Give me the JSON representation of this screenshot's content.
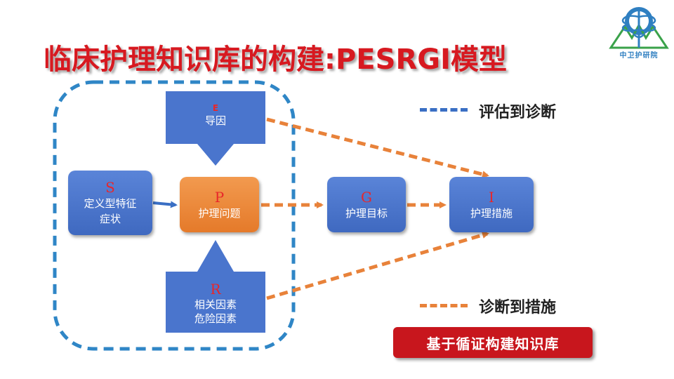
{
  "title": "临床护理知识库的构建:PESRGI模型",
  "logo": {
    "text": "中卫护研院"
  },
  "nodes": {
    "E": {
      "letter": "E",
      "label": "导因"
    },
    "S": {
      "letter": "S",
      "label1": "定义型特征",
      "label2": "症状"
    },
    "P": {
      "letter": "P",
      "label": "护理问题"
    },
    "R": {
      "letter": "R",
      "label1": "相关因素",
      "label2": "危险因素"
    },
    "G": {
      "letter": "G",
      "label": "护理目标"
    },
    "I": {
      "letter": "I",
      "label": "护理措施"
    }
  },
  "legend": {
    "blue_label": "评估到诊断",
    "orange_label": "诊断到措施",
    "blue_color": "#3a6fc4",
    "orange_color": "#e8823a"
  },
  "button_label": "基于循证构建知识库"
}
